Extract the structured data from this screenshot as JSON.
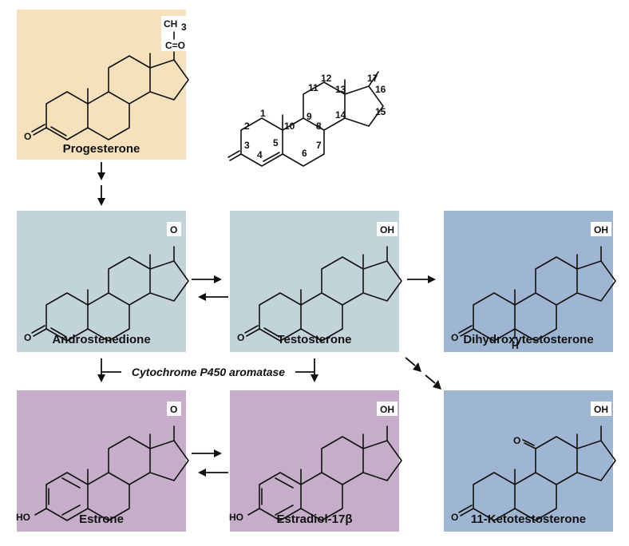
{
  "colors": {
    "progesterone": "#f5e2bd",
    "androgen": "#c3d3da",
    "dihydroxy": "#9fb6d3",
    "estrogen": "#c6aecb"
  },
  "compounds": {
    "progesterone": {
      "name": "Progesterone",
      "ch3": "CH",
      "ch3_sub": "3",
      "carbonyl": "C=O",
      "ring_o": "O"
    },
    "androstenedione": {
      "name": "Androstenedione",
      "group": "O",
      "ring_o": "O"
    },
    "testosterone": {
      "name": "Testosterone",
      "group": "OH",
      "ring_o": "O"
    },
    "dihydroxytestosterone": {
      "name": "Dihydroxytestosterone",
      "group": "OH",
      "ring_o": "O",
      "h": "H"
    },
    "estrone": {
      "name": "Estrone",
      "group": "O",
      "ring_group": "HO"
    },
    "estradiol": {
      "name": "Estradiol-17β",
      "group": "OH",
      "ring_group": "HO"
    },
    "ketotestosterone": {
      "name": "11-Ketotestosterone",
      "group": "OH",
      "ring_o": "O",
      "keto": "O"
    }
  },
  "numbering": [
    "1",
    "2",
    "3",
    "4",
    "5",
    "6",
    "7",
    "8",
    "9",
    "10",
    "11",
    "12",
    "13",
    "14",
    "15",
    "16",
    "17"
  ],
  "enzyme": "Cytochrome P450 aromatase"
}
